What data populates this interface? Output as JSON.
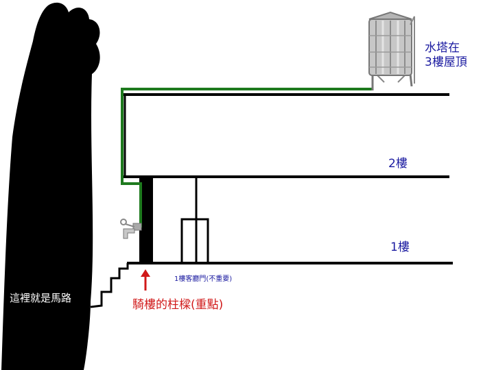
{
  "labels": {
    "water_tower_line1": "水塔在",
    "water_tower_line2": "3樓屋頂",
    "floor_2": "2樓",
    "floor_1": "1樓",
    "living_room_door": "1樓客廳門(不重要)",
    "arcade_pillar": "騎樓的柱樑(重點)",
    "road": "這裡就是馬路"
  },
  "colors": {
    "pipe": "#1e7a1e",
    "structure": "#000000",
    "road_fill": "#000000",
    "blue_text": "#1a1aa0",
    "red_text": "#d01818"
  },
  "icons": {
    "water_tower": "water-tower-icon",
    "faucet": "faucet-icon",
    "arrow": "up-arrow-icon"
  }
}
